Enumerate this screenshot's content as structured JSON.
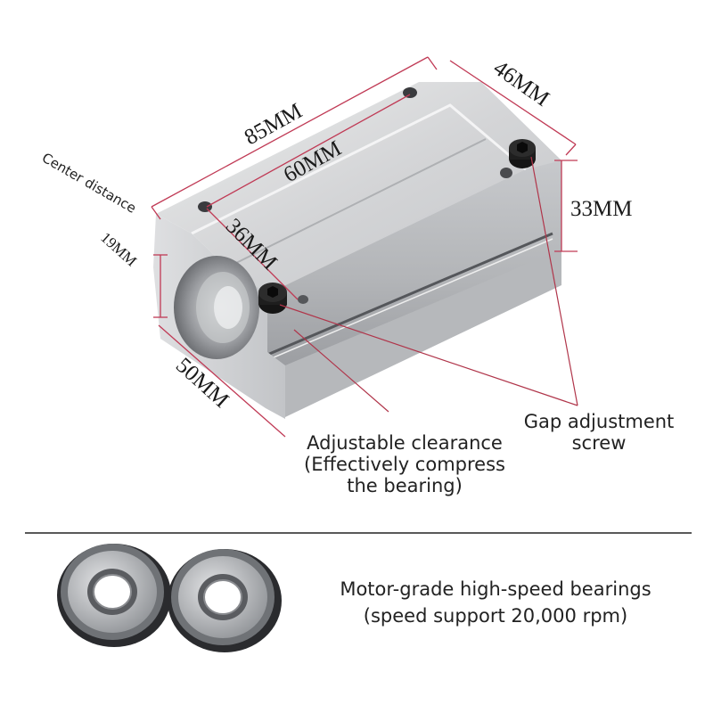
{
  "dimensions": {
    "length": "85MM",
    "hole_spacing": "60MM",
    "width": "46MM",
    "height": "33MM",
    "hole_offset": "36MM",
    "center_label": "Center distance",
    "center_value": "19MM",
    "base_width": "50MM"
  },
  "callouts": {
    "gap_screw_line1": "Gap adjustment",
    "gap_screw_line2": "screw",
    "clearance_line1": "Adjustable clearance",
    "clearance_line2": "(Effectively compress",
    "clearance_line3": "the bearing)"
  },
  "bearings": {
    "line1": "Motor-grade high-speed bearings",
    "line2": "(speed support 20,000 rpm)"
  },
  "colors": {
    "aluminum": "#d9dadc",
    "aluminum_shadow": "#a9abae",
    "callout_line": "#b0354a",
    "dimension_line": "#c03a55",
    "divider": "#222222"
  }
}
